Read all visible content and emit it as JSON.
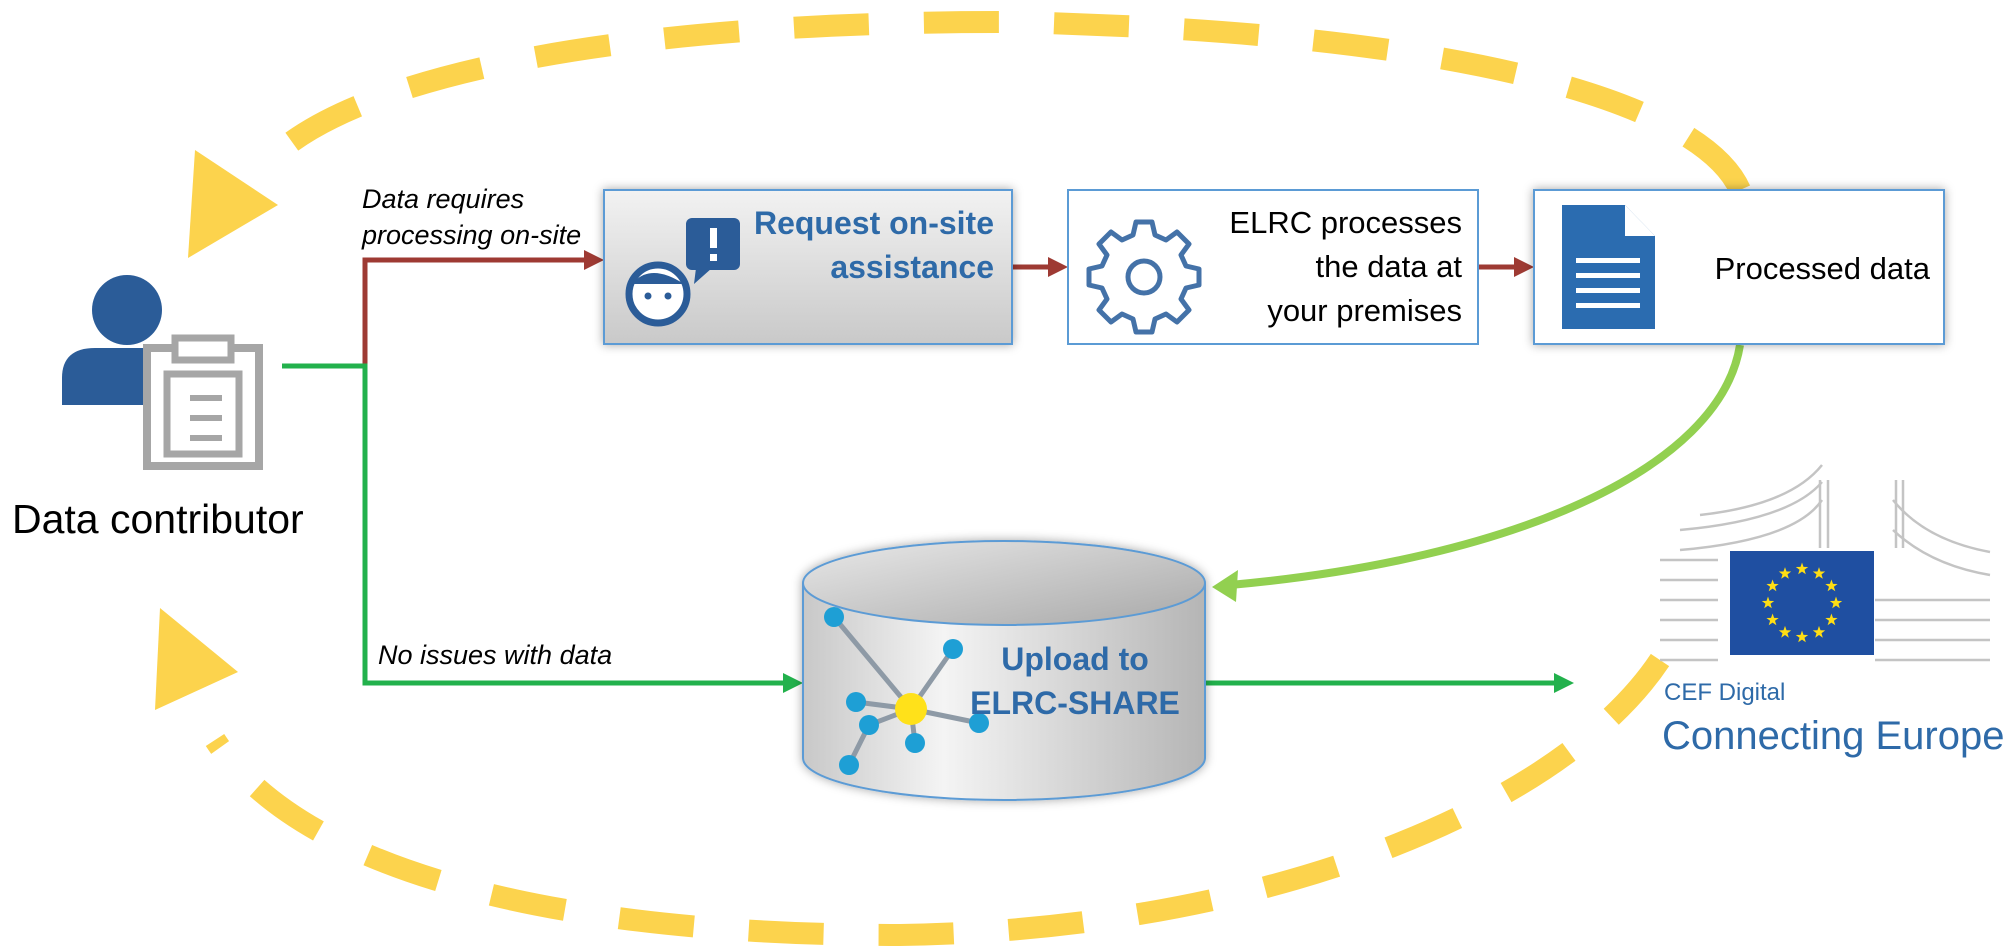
{
  "contributor": {
    "label": "Data contributor",
    "icon": "user-clipboard-icon"
  },
  "paths": {
    "processing": {
      "label_line1": "Data requires",
      "label_line2": "processing on-site",
      "color": "#9e3a33"
    },
    "direct": {
      "label": "No issues with data",
      "color": "#22b14c"
    }
  },
  "steps": {
    "request": {
      "line1": "Request on-site",
      "line2": "assistance",
      "icon": "person-speech-bubble-icon"
    },
    "elrc": {
      "line1": "ELRC processes",
      "line2": "the data at",
      "line3": "your premises",
      "icon": "gear-icon"
    },
    "processed": {
      "label": "Processed data",
      "icon": "document-icon"
    }
  },
  "upload": {
    "line1": "Upload to",
    "line2": "ELRC-SHARE",
    "icon": "network-node-icon"
  },
  "logo": {
    "line1": "CEF Digital",
    "line2": "Connecting Europe",
    "icon": "eu-flag-icon"
  },
  "colors": {
    "cycle": "#fcd34d",
    "accent_blue": "#2e6aa8",
    "box_border": "#5b9bd5",
    "return_arrow": "#92d050"
  }
}
